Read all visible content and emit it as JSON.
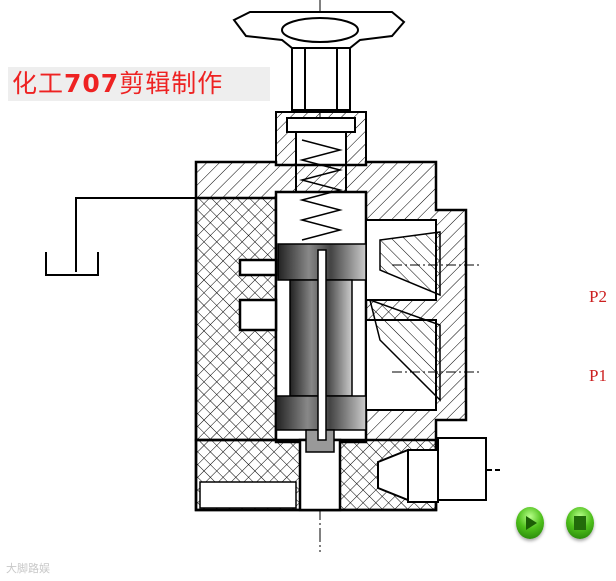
{
  "title": {
    "prefix": "化工",
    "number": "707",
    "suffix": "剪辑制作"
  },
  "ports": {
    "p2": "P2",
    "p1": "P1"
  },
  "controls": {
    "play_icon": "play-icon",
    "stop_icon": "stop-icon"
  },
  "watermark": "大脚路娱",
  "colors": {
    "title_text": "#ee2222",
    "port_text": "#cc2020",
    "button": "#4fc01c"
  }
}
